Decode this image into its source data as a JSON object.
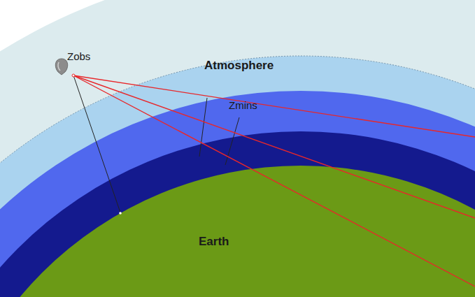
{
  "diagram": {
    "labels": [
      "Zobs",
      "Atmosphere",
      "Zmins",
      "Earth"
    ]
  }
}
